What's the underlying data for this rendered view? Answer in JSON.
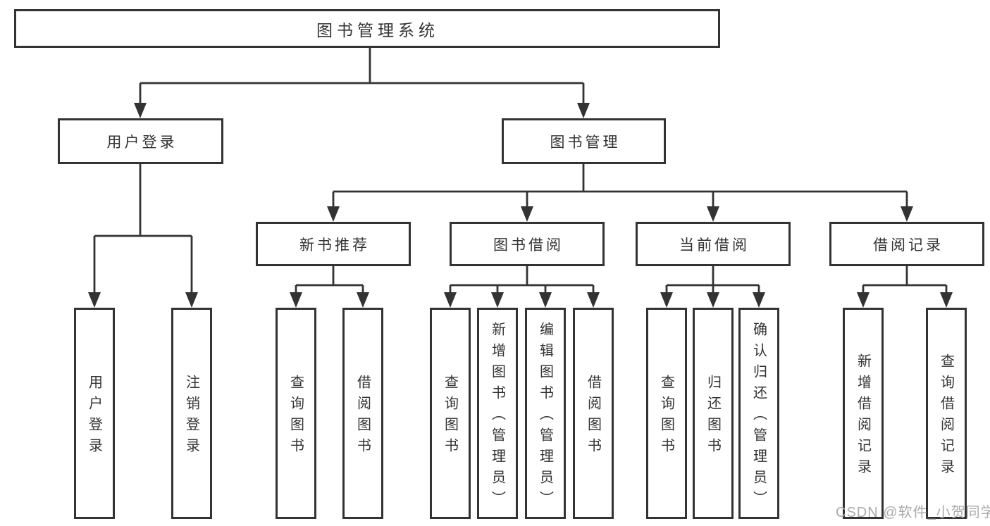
{
  "diagram": {
    "root_label": "图书管理系统",
    "branches": [
      {
        "label": "用户登录",
        "leaves": [
          "用户登录",
          "注销登录"
        ]
      },
      {
        "label": "图书管理",
        "groups": [
          {
            "label": "新书推荐",
            "leaves": [
              "查询图书",
              "借阅图书"
            ]
          },
          {
            "label": "图书借阅",
            "leaves": [
              "查询图书",
              "新增图书（管理员）",
              "编辑图书（管理员）",
              "借阅图书"
            ]
          },
          {
            "label": "当前借阅",
            "leaves": [
              "查询图书",
              "归还图书",
              "确认归还（管理员）"
            ]
          },
          {
            "label": "借阅记录",
            "leaves": [
              "新增借阅记录",
              "查询借阅记录"
            ]
          }
        ]
      }
    ]
  },
  "watermark": {
    "text": "CSDN @软件_小贺同学",
    "color": "#ababab"
  },
  "colors": {
    "background": "#ffffff",
    "line": "#333333",
    "box_border": "#333333",
    "text": "#333333"
  }
}
